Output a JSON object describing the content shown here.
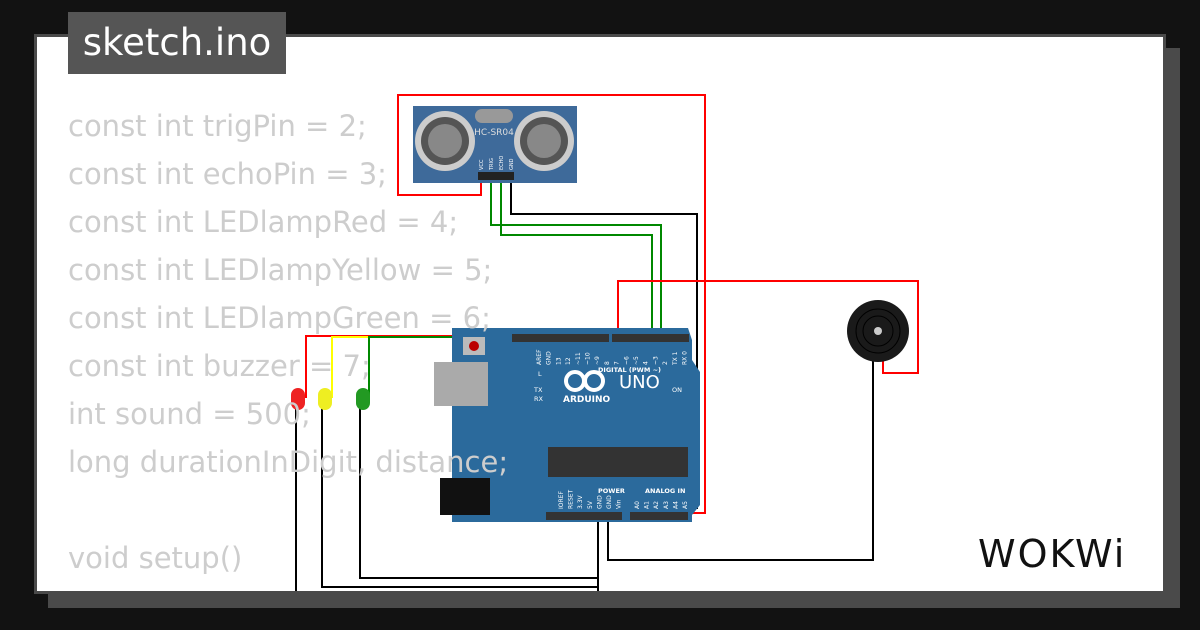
{
  "title": "sketch.ino",
  "code_lines": [
    "const int trigPin = 2;",
    "const int echoPin = 3;",
    "const int LEDlampRed = 4;",
    "const int LEDlampYellow = 5;",
    "const int LEDlampGreen = 6;",
    "const int buzzer = 7;",
    "int sound = 500;",
    "long durationInDigit, distance;",
    "",
    "void setup()",
    "{"
  ],
  "sensor": {
    "label": "HC-SR04",
    "pins": [
      "VCC",
      "TRIG",
      "ECHO",
      "GND"
    ]
  },
  "arduino": {
    "brand": "ARDUINO",
    "model": "UNO",
    "digital_label": "DIGITAL (PWM ~)",
    "power_label": "POWER",
    "analog_label": "ANALOG IN",
    "on_label": "ON",
    "l_label": "L",
    "tx_label": "TX",
    "rx_label": "RX",
    "digital_pins": [
      "AREF",
      "GND",
      "13",
      "12",
      "~11",
      "~10",
      "~9",
      "8",
      "7",
      "~6",
      "~5",
      "4",
      "~3",
      "2",
      "TX 1",
      "RX 0"
    ],
    "power_pins": [
      "IOREF",
      "RESET",
      "3.3V",
      "5V",
      "GND",
      "GND",
      "Vin"
    ],
    "analog_pins": [
      "A0",
      "A1",
      "A2",
      "A3",
      "A4",
      "A5"
    ]
  },
  "logo": "WOKWi",
  "colors": {
    "wire_red": "#ff0000",
    "wire_green": "#008000",
    "wire_yellow": "#ffff00",
    "wire_black": "#000000",
    "board": "#2b6a9c",
    "code_text": "#cdcdcd",
    "tab_bg": "#555555"
  }
}
